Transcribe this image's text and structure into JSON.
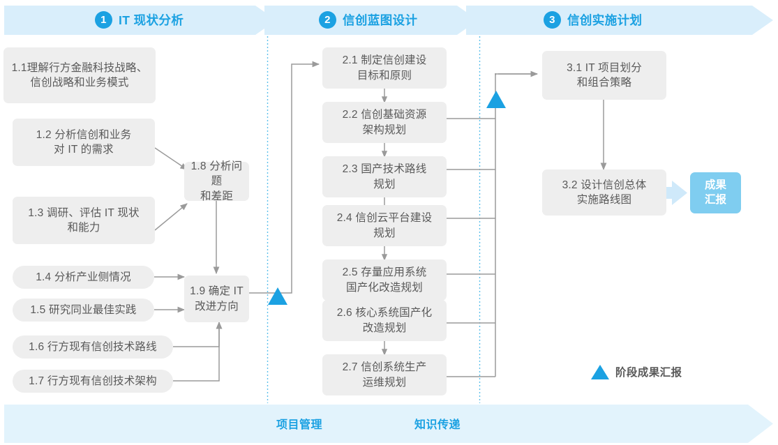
{
  "phases": [
    {
      "num": "1",
      "label": "IT 现状分析"
    },
    {
      "num": "2",
      "label": "信创蓝图设计"
    },
    {
      "num": "3",
      "label": "信创实施计划"
    }
  ],
  "nodes": {
    "n11": "1.1理解行方金融科技战略、\n信创战略和业务模式",
    "n12": "1.2 分析信创和业务\n对 IT 的需求",
    "n13": "1.3 调研、评估 IT 现状\n和能力",
    "n14": "1.4 分析产业侧情况",
    "n15": "1.5 研究同业最佳实践",
    "n16": "1.6 行方现有信创技术路线",
    "n17": "1.7 行方现有信创技术架构",
    "n18": "1.8 分析问题\n和差距",
    "n19": "1.9 确定 IT\n改进方向",
    "n21": "2.1 制定信创建设\n目标和原则",
    "n22": "2.2 信创基础资源\n架构规划",
    "n23": "2.3 国产技术路线\n规划",
    "n24": "2.4 信创云平台建设\n规划",
    "n25": "2.5 存量应用系统\n国产化改造规划",
    "n26": "2.6 核心系统国产化\n改造规划",
    "n27": "2.7 信创系统生产\n运维规划",
    "n31": "3.1 IT 项目划分\n和组合策略",
    "n32": "3.2 设计信创总体\n实施路线图"
  },
  "result": "成果\n汇报",
  "legend": "阶段成果汇报",
  "bottom": {
    "left_label": "项目管理",
    "right_label": "知识传递"
  },
  "colors": {
    "accent": "#1ba1e2",
    "header_band": "#d9eefb",
    "bottom_band": "#e2f3fc",
    "node_fill": "#eeeeee",
    "result_fill": "#7fcdf0",
    "connector": "#9a9a9a",
    "text": "#595959"
  }
}
